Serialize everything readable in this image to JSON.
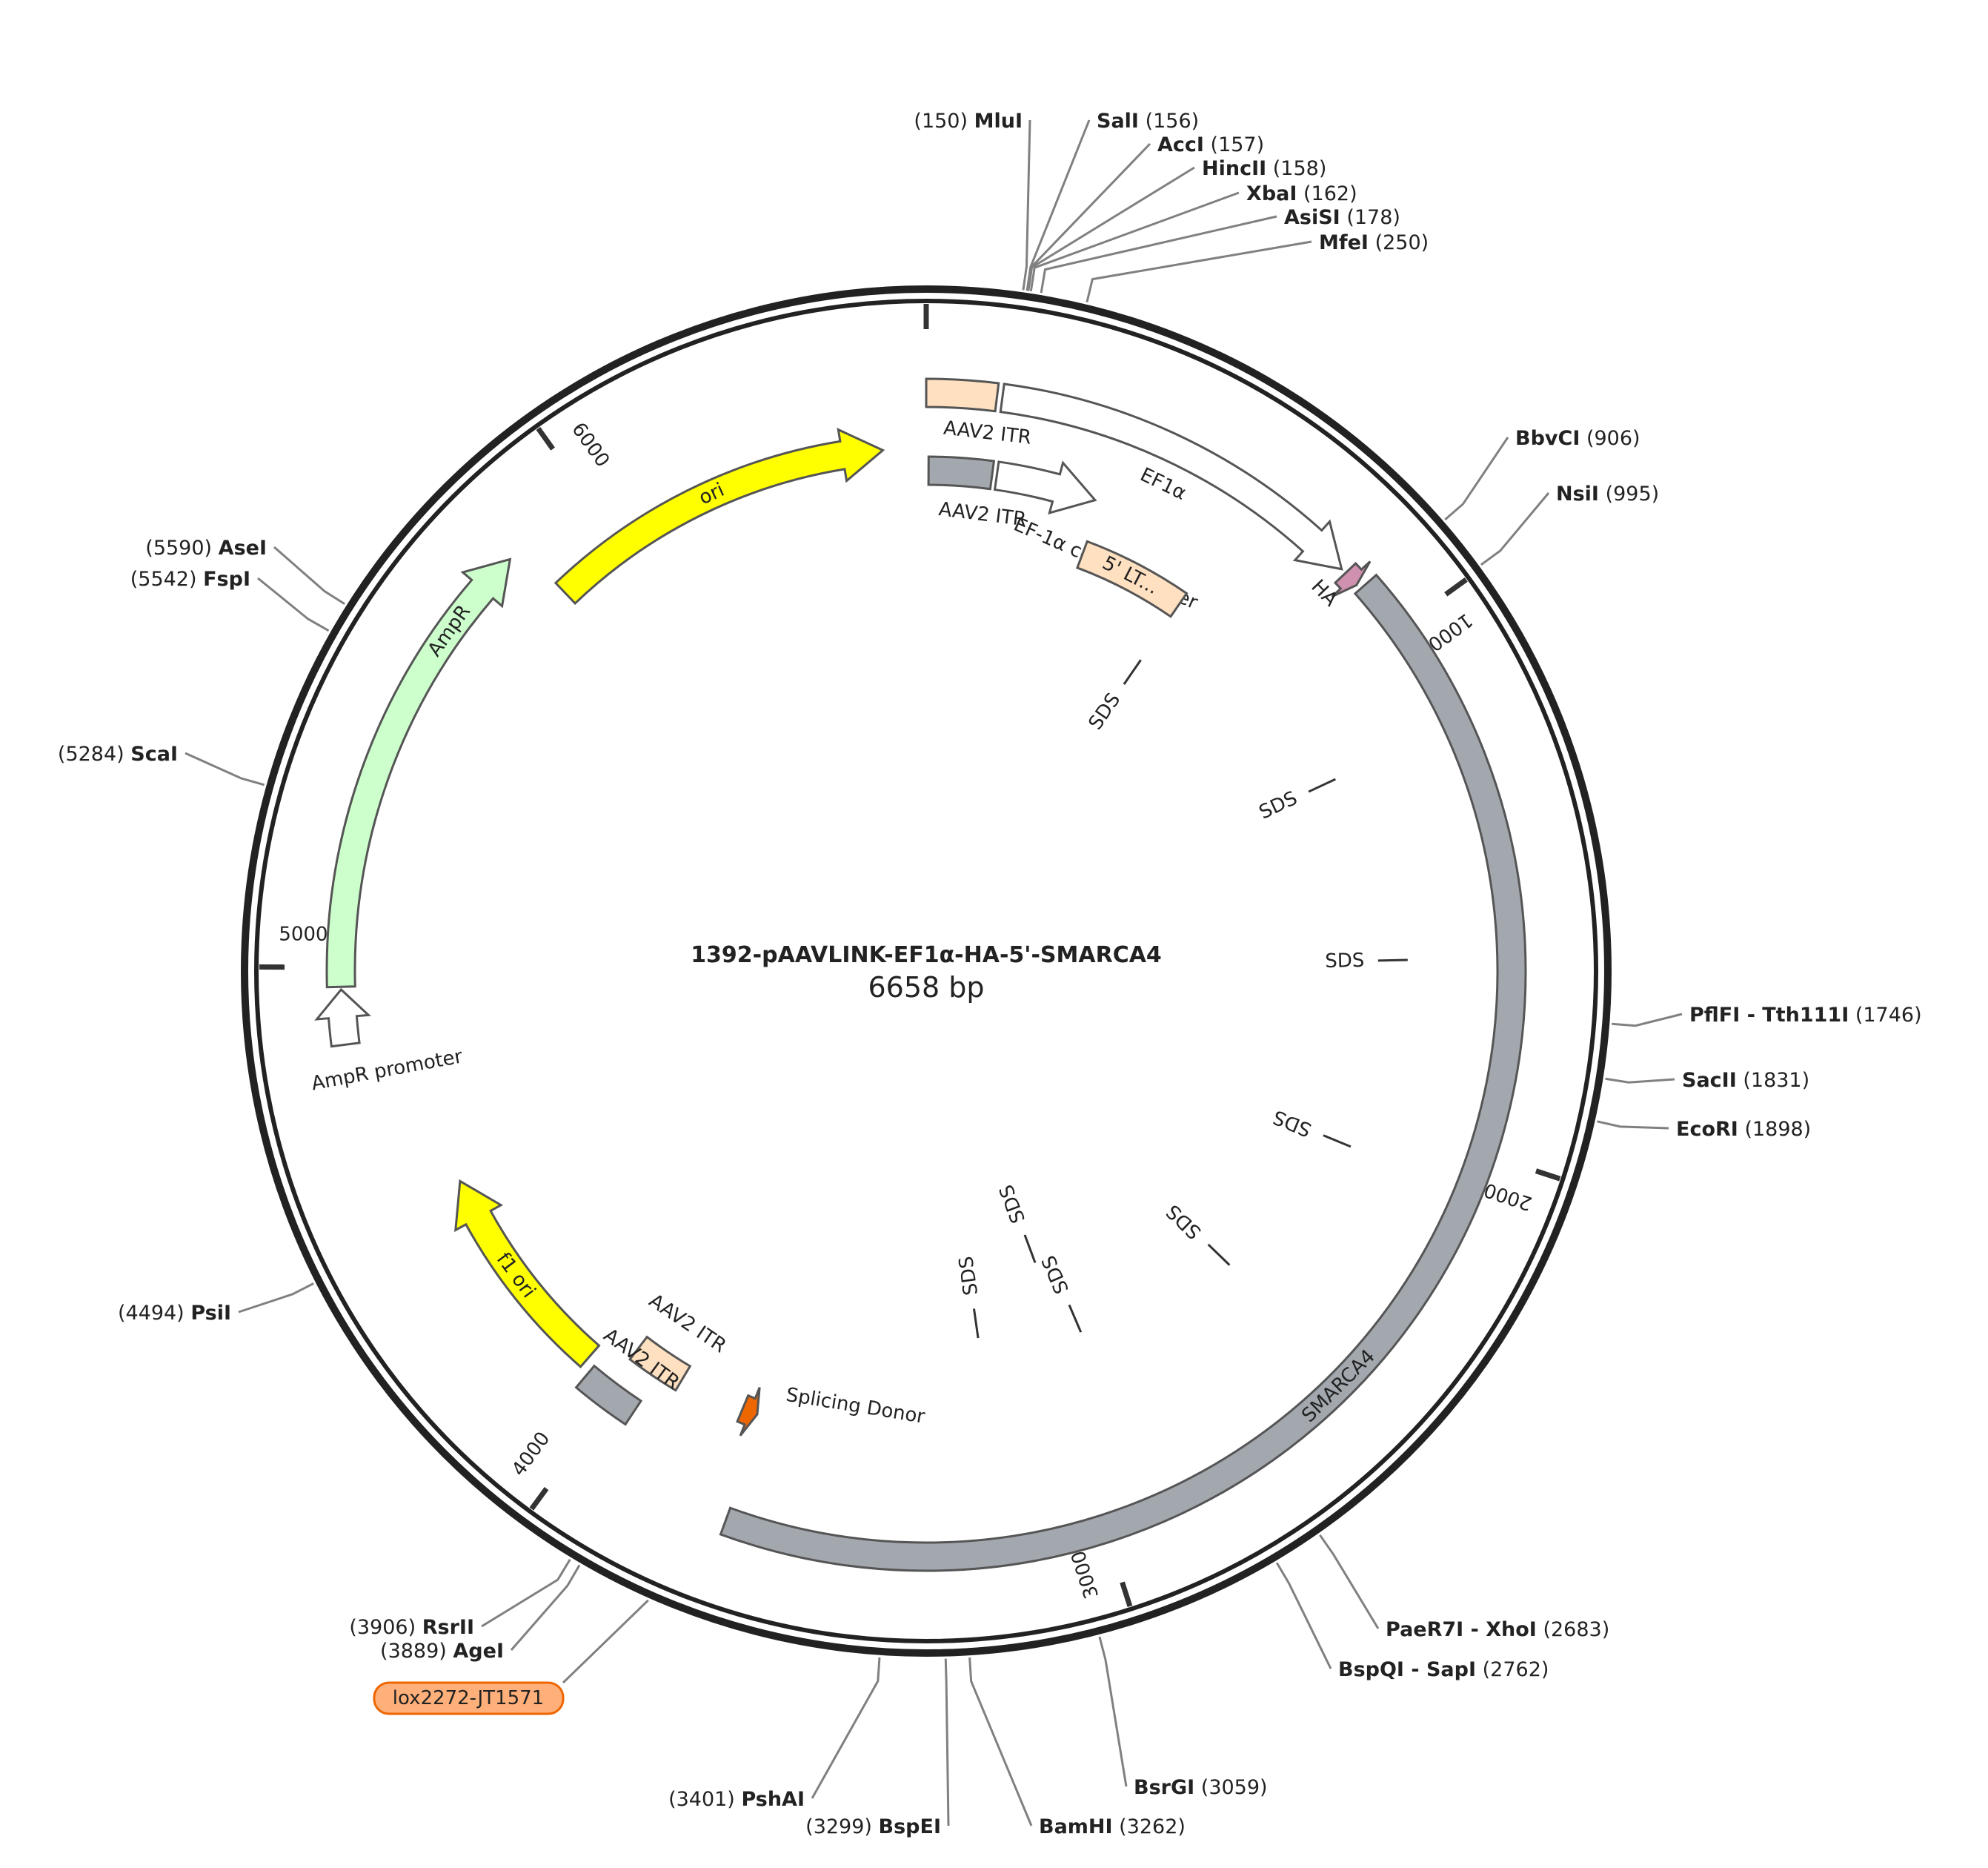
{
  "plasmid": {
    "name": "1392-pAAVLINK-EF1α-HA-5'-SMARCA4",
    "size_label": "6658 bp",
    "length": 6658
  },
  "colors": {
    "backbone": "#222222",
    "ori": "#ffff00",
    "ampr": "#ccffcc",
    "itr_peach": "#ffe0c0",
    "itr_gray": "#a3a8af",
    "smarca4": "#a3a8af",
    "ha": "#d090b0",
    "splice": "#ee6600",
    "lox_fill": "#ffb07a",
    "lox_stroke": "#ee6600",
    "leader": "#808080"
  },
  "ticks": [
    {
      "pos": 0,
      "label": ""
    },
    {
      "pos": 1000,
      "label": "1000"
    },
    {
      "pos": 2000,
      "label": "2000"
    },
    {
      "pos": 3000,
      "label": "3000"
    },
    {
      "pos": 4000,
      "label": "4000"
    },
    {
      "pos": 5000,
      "label": "5000"
    },
    {
      "pos": 6000,
      "label": "6000"
    }
  ],
  "features": [
    {
      "id": "ori",
      "label": "ori",
      "type": "arrow",
      "direction": "cw",
      "start": 5850,
      "end": 6570,
      "color": "ori"
    },
    {
      "id": "ampr",
      "label": "AmpR",
      "type": "arrow",
      "direction": "cw",
      "start": 4965,
      "end": 5820,
      "color": "ampr"
    },
    {
      "id": "ampr-promoter",
      "label": "AmpR promoter",
      "type": "arrow",
      "direction": "cw",
      "start": 4860,
      "end": 4960,
      "color": "white"
    },
    {
      "id": "f1-ori",
      "label": "f1 ori",
      "type": "arrow",
      "direction": "cw",
      "start": 4090,
      "end": 4545,
      "color": "ori"
    },
    {
      "id": "itr-1",
      "label": "AAV2 ITR",
      "type": "block",
      "start": 0,
      "end": 130,
      "color": "itr_peach"
    },
    {
      "id": "ef1a",
      "label": "EF1α",
      "type": "arrow",
      "direction": "cw",
      "start": 140,
      "end": 850,
      "color": "white"
    },
    {
      "id": "itr-2",
      "label": "AAV2 ITR",
      "type": "block",
      "start": 5,
      "end": 140,
      "color": "itr_gray"
    },
    {
      "id": "ef1a-core",
      "label": "EF-1α core promoter",
      "type": "arrow",
      "direction": "cw",
      "start": 150,
      "end": 365,
      "color": "white"
    },
    {
      "id": "ltr5",
      "label": "5' LT...",
      "type": "block",
      "start": 380,
      "end": 640,
      "color": "itr_peach"
    },
    {
      "id": "ha",
      "label": "HA",
      "type": "arrow",
      "direction": "cw",
      "start": 860,
      "end": 890,
      "color": "ha"
    },
    {
      "id": "smarca4",
      "label": "SMARCA4",
      "type": "block",
      "start": 900,
      "end": 3700,
      "color": "smarca4"
    },
    {
      "id": "splicing-donor",
      "label": "Splicing Donor",
      "type": "arrow",
      "direction": "ccw",
      "start": 3715,
      "end": 3750,
      "color": "splice"
    },
    {
      "id": "itr-3",
      "label": "AAV2 ITR",
      "type": "block",
      "start": 3900,
      "end": 4020,
      "color": "itr_peach"
    },
    {
      "id": "itr-4",
      "label": "AAV2 ITR",
      "type": "block",
      "start": 3950,
      "end": 4070,
      "color": "itr_gray"
    }
  ],
  "sds": [
    {
      "label": "SDS"
    },
    {
      "label": "SDS"
    },
    {
      "label": "SDS"
    },
    {
      "label": "SDS"
    },
    {
      "label": "SDS"
    },
    {
      "label": "SDS"
    },
    {
      "label": "SDS"
    },
    {
      "label": "SDS"
    }
  ],
  "enzymes": [
    {
      "name": "MluI",
      "pos": 150,
      "num": "(150)"
    },
    {
      "name": "SalI",
      "pos": 156,
      "num": "(156)"
    },
    {
      "name": "AccI",
      "pos": 157,
      "num": "(157)"
    },
    {
      "name": "HincII",
      "pos": 158,
      "num": "(158)"
    },
    {
      "name": "XbaI",
      "pos": 162,
      "num": "(162)"
    },
    {
      "name": "AsiSI",
      "pos": 178,
      "num": "(178)"
    },
    {
      "name": "MfeI",
      "pos": 250,
      "num": "(250)"
    },
    {
      "name": "BbvCI",
      "pos": 906,
      "num": "(906)"
    },
    {
      "name": "NsiI",
      "pos": 995,
      "num": "(995)"
    },
    {
      "name": "PflFI - Tth111I",
      "pos": 1746,
      "num": "(1746)"
    },
    {
      "name": "SacII",
      "pos": 1831,
      "num": "(1831)"
    },
    {
      "name": "EcoRI",
      "pos": 1898,
      "num": "(1898)"
    },
    {
      "name": "PaeR7I - XhoI",
      "pos": 2683,
      "num": "(2683)"
    },
    {
      "name": "BspQI - SapI",
      "pos": 2762,
      "num": "(2762)"
    },
    {
      "name": "BsrGI",
      "pos": 3059,
      "num": "(3059)"
    },
    {
      "name": "BamHI",
      "pos": 3262,
      "num": "(3262)"
    },
    {
      "name": "BspEI",
      "pos": 3299,
      "num": "(3299)"
    },
    {
      "name": "PshAI",
      "pos": 3401,
      "num": "(3401)"
    },
    {
      "name": "AgeI",
      "pos": 3889,
      "num": "(3889)"
    },
    {
      "name": "RsrII",
      "pos": 3906,
      "num": "(3906)"
    },
    {
      "name": "PsiI",
      "pos": 4494,
      "num": "(4494)"
    },
    {
      "name": "ScaI",
      "pos": 5284,
      "num": "(5284)"
    },
    {
      "name": "FspI",
      "pos": 5542,
      "num": "(5542)"
    },
    {
      "name": "AseI",
      "pos": 5590,
      "num": "(5590)"
    }
  ],
  "lox": {
    "label": "lox2272-JT1571"
  }
}
